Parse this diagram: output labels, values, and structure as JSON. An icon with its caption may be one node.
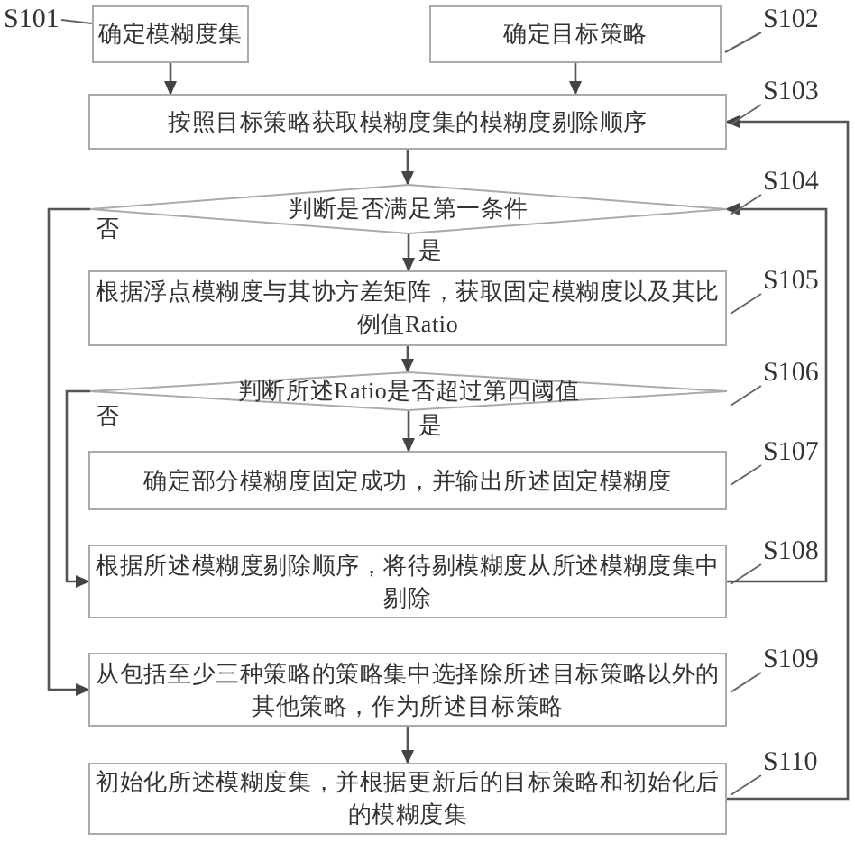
{
  "diagram": {
    "nodes": [
      {
        "text": [
          "确定模糊度集"
        ]
      },
      {
        "text": [
          "确定目标策略"
        ]
      },
      {
        "text": [
          "按照目标策略获取模糊度集的模糊度剔除顺序"
        ]
      },
      {
        "text": [
          "判断是否满足第一条件"
        ]
      },
      {
        "text": [
          "根据浮点模糊度与其协方差矩阵，获取固定模糊度以及其比例值Ratio"
        ]
      },
      {
        "text": [
          "判断所述Ratio是否超过第四阈值"
        ]
      },
      {
        "text": [
          "确定部分模糊度固定成功，并输出所述固定模糊度"
        ]
      },
      {
        "text": [
          "根据所述模糊度剔除顺序，将待剔模糊度从所述模糊度集中剔除"
        ]
      },
      {
        "text": [
          "从包括至少三种策略的策略集中选择除所述目标策略以外的其他策略，作为所述目标策略"
        ]
      },
      {
        "text": [
          "初始化所述模糊度集，并根据更新后的目标策略和初始化后的模糊度集"
        ]
      },
      {
        "text": [
          "S101"
        ]
      },
      {
        "text": [
          "S102"
        ]
      },
      {
        "text": [
          "S103"
        ]
      },
      {
        "text": [
          "S104"
        ]
      },
      {
        "text": [
          "S105"
        ]
      },
      {
        "text": [
          "S106"
        ]
      },
      {
        "text": [
          "S107"
        ]
      },
      {
        "text": [
          "S108"
        ]
      },
      {
        "text": [
          "S109"
        ]
      },
      {
        "text": [
          "S110"
        ]
      }
    ],
    "edges": [
      {
        "from": 0,
        "to": 2,
        "arrow": "to"
      },
      {
        "from": 1,
        "to": 2,
        "arrow": "to"
      },
      {
        "from": 2,
        "to": 3,
        "arrow": "to"
      },
      {
        "from": 3,
        "to": 4,
        "arrow": "to",
        "label": "是"
      },
      {
        "from": 3,
        "to": 8,
        "arrow": "to",
        "label": "否"
      },
      {
        "from": 4,
        "to": 5,
        "arrow": "to"
      },
      {
        "from": 5,
        "to": 6,
        "arrow": "to",
        "label": "是"
      },
      {
        "from": 5,
        "to": 7,
        "arrow": "to",
        "label": "否"
      },
      {
        "from": 7,
        "to": 3,
        "arrow": "to"
      },
      {
        "from": 8,
        "to": 9,
        "arrow": "to"
      },
      {
        "from": 9,
        "to": 2,
        "arrow": "to"
      },
      {
        "from": 10,
        "to": 0,
        "arrow": "none"
      },
      {
        "from": 11,
        "to": 1,
        "arrow": "none"
      },
      {
        "from": 12,
        "to": 2,
        "arrow": "none"
      },
      {
        "from": 13,
        "to": 3,
        "arrow": "none"
      },
      {
        "from": 14,
        "to": 4,
        "arrow": "none"
      },
      {
        "from": 15,
        "to": 5,
        "arrow": "none"
      },
      {
        "from": 16,
        "to": 6,
        "arrow": "none"
      },
      {
        "from": 17,
        "to": 7,
        "arrow": "none"
      },
      {
        "from": 18,
        "to": 8,
        "arrow": "none"
      },
      {
        "from": 19,
        "to": 9,
        "arrow": "none"
      }
    ]
  }
}
